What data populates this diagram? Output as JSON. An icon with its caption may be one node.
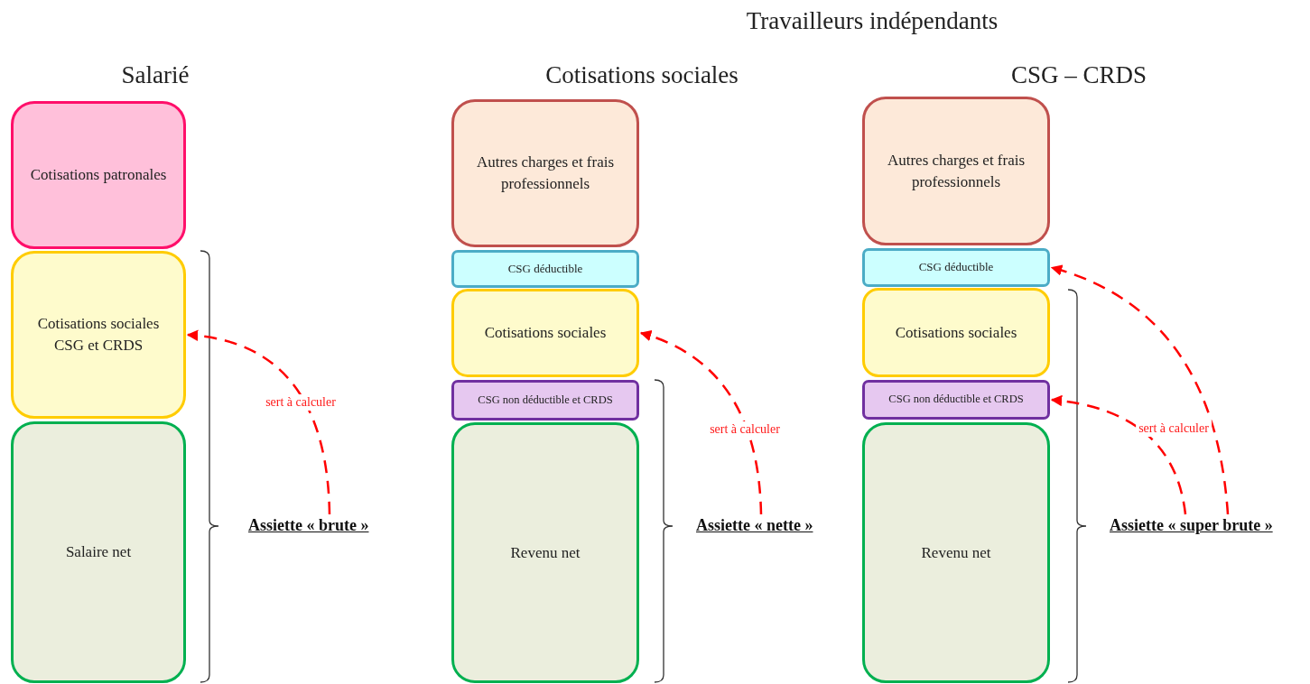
{
  "diagram": {
    "title": "Travailleurs indépendants",
    "nodes": [
      {
        "text": [
          "Cotisations patronales"
        ]
      },
      {
        "text": [
          "Cotisations sociales CSG et CRDS"
        ]
      },
      {
        "text": [
          "Salaire net"
        ]
      },
      {
        "text": [
          "Assiette « brute »"
        ]
      },
      {
        "text": [
          "Autres charges et frais professionnels"
        ]
      },
      {
        "text": [
          "CSG déductible"
        ]
      },
      {
        "text": [
          "Cotisations sociales"
        ]
      },
      {
        "text": [
          "CSG non déductible et CRDS"
        ]
      },
      {
        "text": [
          "Revenu net"
        ]
      },
      {
        "text": [
          "Assiette « nette »"
        ]
      },
      {
        "text": [
          "Autres charges et frais professionnels"
        ]
      },
      {
        "text": [
          "CSG déductible"
        ]
      },
      {
        "text": [
          "Cotisations sociales"
        ]
      },
      {
        "text": [
          "CSG non déductible et CRDS"
        ]
      },
      {
        "text": [
          "Revenu net"
        ]
      },
      {
        "text": [
          "Assiette « super brute »"
        ]
      }
    ],
    "edges": [
      {
        "from": 3,
        "to": 1,
        "arrow": "to",
        "label": "sert à calculer",
        "style": "dashed"
      },
      {
        "from": 9,
        "to": 6,
        "arrow": "to",
        "label": "sert à calculer",
        "style": "dashed"
      },
      {
        "from": 15,
        "to": 11,
        "arrow": "to",
        "label": "sert à calculer",
        "style": "dashed"
      },
      {
        "from": 15,
        "to": 13,
        "arrow": "to",
        "style": "dashed"
      }
    ],
    "labels": [
      "Salarié",
      "Cotisations sociales",
      "CSG – CRDS"
    ]
  }
}
